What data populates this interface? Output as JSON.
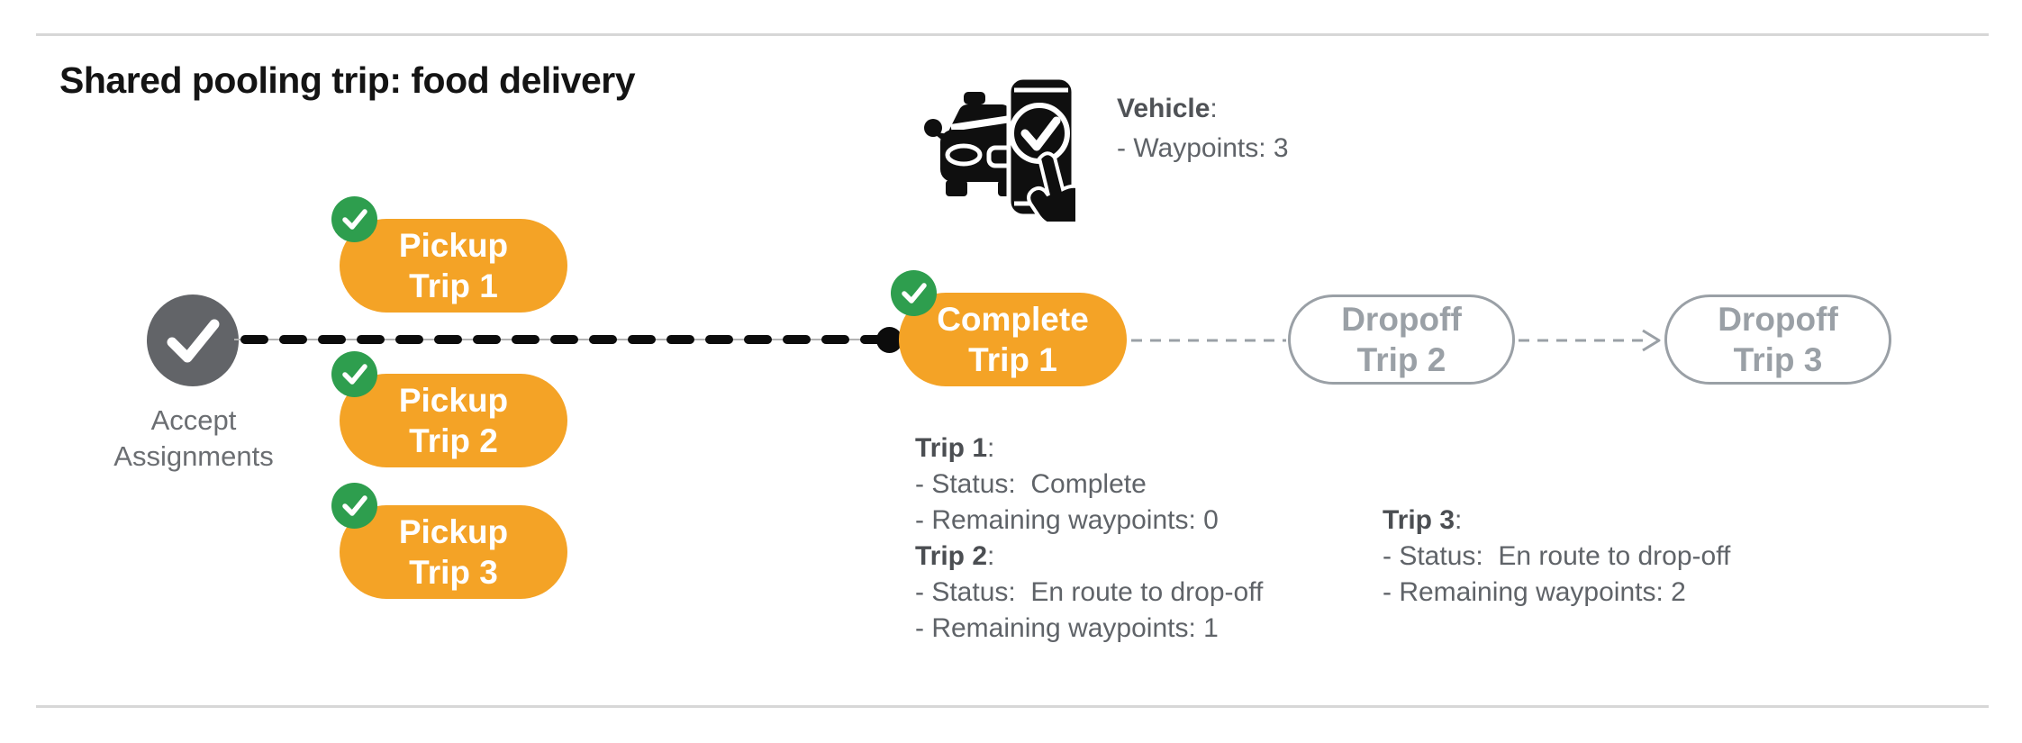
{
  "page": {
    "title": "Shared pooling trip: food delivery"
  },
  "vehicle": {
    "icon": "car-phone-check-icon",
    "label": "Vehicle",
    "label_suffix": ":",
    "waypoints_line": "- Waypoints: 3"
  },
  "flow": {
    "accept": {
      "line1": "Accept",
      "line2": "Assignments",
      "icon": "check-icon"
    },
    "pickups": [
      {
        "line1": "Pickup",
        "line2": "Trip 1",
        "badge_icon": "check-icon"
      },
      {
        "line1": "Pickup",
        "line2": "Trip 2",
        "badge_icon": "check-icon"
      },
      {
        "line1": "Pickup",
        "line2": "Trip 3",
        "badge_icon": "check-icon"
      }
    ],
    "complete": {
      "line1": "Complete",
      "line2": "Trip 1",
      "badge_icon": "check-icon"
    },
    "dropoffs": [
      {
        "line1": "Dropoff",
        "line2": "Trip 2"
      },
      {
        "line1": "Dropoff",
        "line2": "Trip 3"
      }
    ]
  },
  "trip_status": [
    {
      "header_bold": "Trip 1",
      "header_suffix": ":",
      "lines": [
        "- Status:  Complete",
        "- Remaining waypoints: 0"
      ]
    },
    {
      "header_bold": "Trip 2",
      "header_suffix": ":",
      "lines": [
        "- Status:  En route to drop-off",
        "- Remaining waypoints: 1"
      ]
    },
    {
      "header_bold": "Trip 3",
      "header_suffix": ":",
      "lines": [
        "- Status:  En route to drop-off",
        "- Remaining waypoints: 2"
      ]
    }
  ],
  "colors": {
    "accent_orange": "#F4A326",
    "success_green": "#2E9E4E",
    "node_gray": "#626468",
    "text_gray": "#5F6368",
    "muted_gray": "#9AA0A6",
    "line_black": "#0C0C0C",
    "divider_gray": "#D7D7D7"
  }
}
